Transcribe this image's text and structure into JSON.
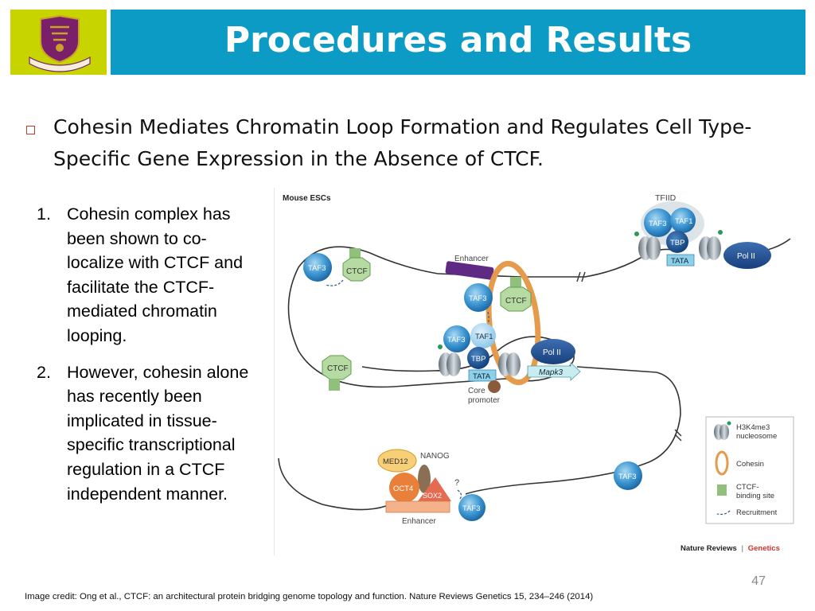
{
  "header": {
    "title": "Procedures and Results",
    "logo_icon": "university-crest-icon",
    "accent_green": "#c8d400",
    "accent_blue": "#0b9bc4"
  },
  "main": {
    "heading": "Cohesin Mediates Chromatin Loop Formation and Regulates Cell Type-Specific Gene Expression in the Absence of CTCF.",
    "bullet_icon": "hollow-square-bullet-icon",
    "points": [
      {
        "number": "1.",
        "text": "Cohesin complex has been shown to co-localize with CTCF and facilitate the CTCF-mediated chromatin looping."
      },
      {
        "number": "2.",
        "text": "However, cohesin alone has recently been implicated in tissue-specific transcriptional regulation in a CTCF independent manner."
      }
    ]
  },
  "figure": {
    "panel_title": "Mouse ESCs",
    "tfiid": "TFIID",
    "enhancer_top": "Enhancer",
    "enhancer_bottom": "Enhancer",
    "core_promoter": "Core\npromoter",
    "nanog": "NANOG",
    "question": "?",
    "labels": {
      "taf3": "TAF3",
      "taf1": "TAF1",
      "tbp": "TBP",
      "tata": "TATA",
      "ctcf": "CTCF",
      "pol2": "Pol II",
      "mapk3": "Mapk3",
      "med12": "MED12",
      "oct4": "OCT4",
      "sox2": "SOX2"
    },
    "legend": [
      {
        "icon": "h3k4me3-nucleosome-icon",
        "label": "H3K4me3\nnucleosome"
      },
      {
        "icon": "cohesin-ring-icon",
        "label": "Cohesin"
      },
      {
        "icon": "ctcf-binding-site-icon",
        "label": "CTCF-\nbinding site"
      },
      {
        "icon": "recruitment-arrow-icon",
        "label": "Recruitment"
      }
    ],
    "source_brand": "Nature Reviews",
    "source_sep": "|",
    "source_section": "Genetics"
  },
  "footer": {
    "page_number": "47",
    "credit": "Image credit: Ong et al., CTCF: an architectural protein bridging genome topology and function. Nature Reviews Genetics 15, 234–246 (2014)"
  }
}
